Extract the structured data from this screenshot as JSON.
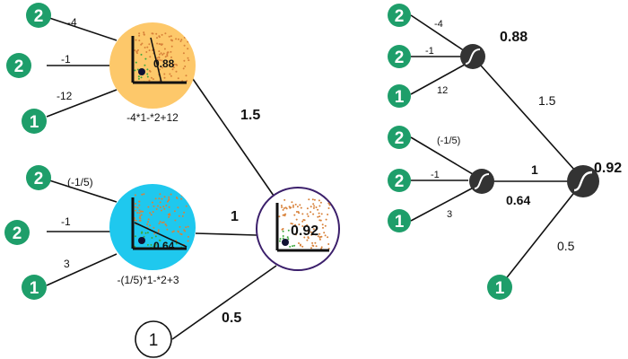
{
  "colors": {
    "input_node": "#1e9e6a",
    "neuron1_fill": "#fdc86a",
    "neuron2_fill": "#1fc8ee",
    "output_border": "#3b1f6b",
    "sigmoid_node": "#333333",
    "green_dots": "#3ea83e",
    "orange_dots": "#d8823a",
    "dark_point": "#111133"
  },
  "left_diagram": {
    "neuron1": {
      "inputs": [
        "2",
        "2",
        "1"
      ],
      "weights": [
        "-4",
        "-1",
        "-12"
      ],
      "value": "0.88",
      "equation": "-4*1-*2+12"
    },
    "neuron2": {
      "inputs": [
        "2",
        "2",
        "1"
      ],
      "weights": [
        "(-1/5)",
        "-1",
        "3"
      ],
      "value": "0.64",
      "equation": "-(1/5)*1-*2+3"
    },
    "output": {
      "value": "0.92",
      "weight_from_n1": "1.5",
      "weight_from_n2": "1",
      "bias_weight": "0.5",
      "bias_node": "1"
    }
  },
  "right_diagram": {
    "neuron1": {
      "inputs": [
        "2",
        "2",
        "1"
      ],
      "weights": [
        "-4",
        "-1",
        "12"
      ],
      "value": "0.88"
    },
    "neuron2": {
      "inputs": [
        "2",
        "2",
        "1"
      ],
      "weights": [
        "(-1/5)",
        "-1",
        "3"
      ],
      "value": "0.64"
    },
    "output": {
      "value": "0.92",
      "weight_from_n1": "1.5",
      "weight_from_n2": "1",
      "bias_weight": "0.5",
      "bias_node": "1"
    }
  }
}
